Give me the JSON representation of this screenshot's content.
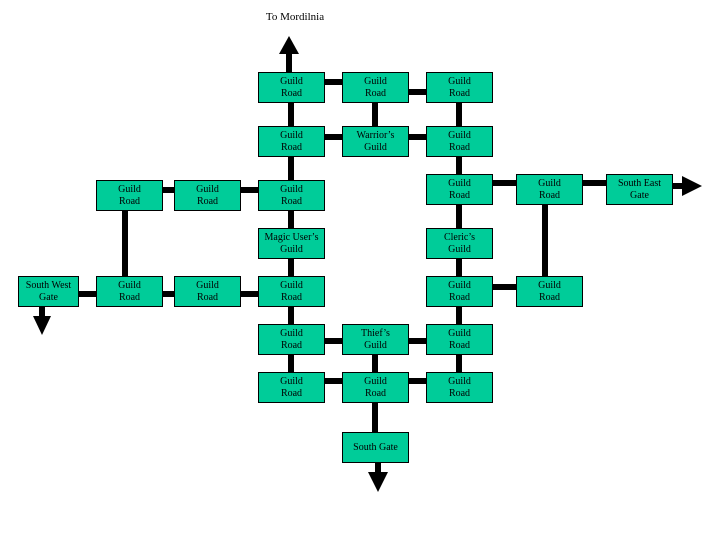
{
  "map": {
    "exit_label": "To Mordilnia",
    "room_color": "#00cc99",
    "rooms": {
      "r1": "Guild\nRoad",
      "r2": "Guild\nRoad",
      "r3": "Guild\nRoad",
      "r4": "Guild\nRoad",
      "r5": "Warrior’s\nGuild",
      "r6": "Guild\nRoad",
      "r7": "Guild\nRoad",
      "r8": "Guild\nRoad",
      "r9": "Guild\nRoad",
      "r10": "Guild\nRoad",
      "r11": "Guild\nRoad",
      "r12": "South East\nGate",
      "r13": "Magic User’s\nGuild",
      "r14": "Cleric’s\nGuild",
      "r15": "South West\nGate",
      "r16": "Guild\nRoad",
      "r17": "Guild\nRoad",
      "r18": "Guild\nRoad",
      "r19": "Guild\nRoad",
      "r20": "Guild\nRoad",
      "r21": "Guild\nRoad",
      "r22": "Thief’s\nGuild",
      "r23": "Guild\nRoad",
      "r24": "Guild\nRoad",
      "r25": "Guild\nRoad",
      "r26": "Guild\nRoad",
      "r27": "South Gate"
    }
  }
}
